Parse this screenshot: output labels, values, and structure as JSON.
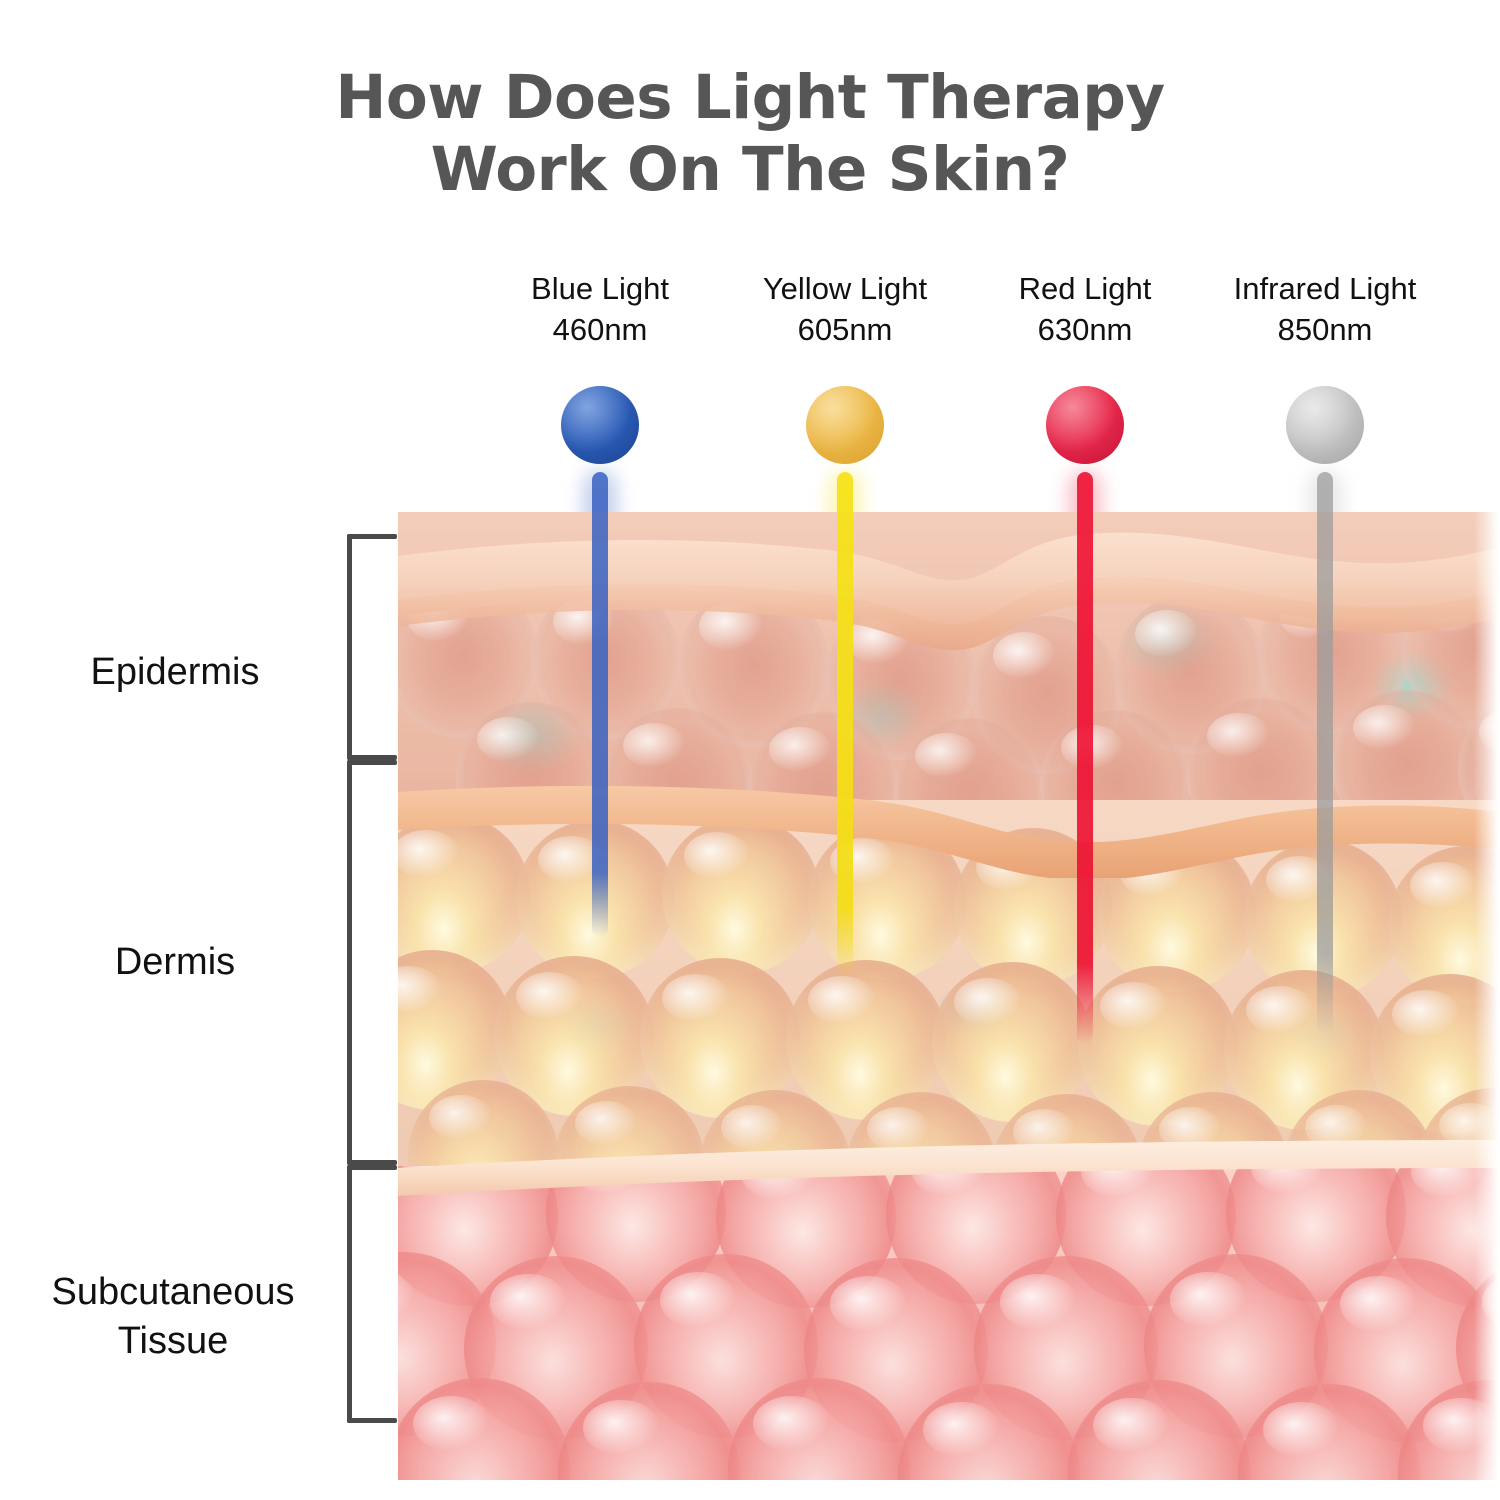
{
  "title": {
    "line1": "How Does Light Therapy",
    "line2": "Work On The Skin?",
    "color": "#565656"
  },
  "light_sources": [
    {
      "name": "Blue Light",
      "wavelength": "460nm",
      "color": "#2b5cb8",
      "beam_color": "#3a63c2",
      "reaches_layer": "Dermis"
    },
    {
      "name": "Yellow Light",
      "wavelength": "605nm",
      "color": "#edb949",
      "beam_color": "#f4dd12",
      "reaches_layer": "Dermis"
    },
    {
      "name": "Red Light",
      "wavelength": "630nm",
      "color": "#e82a4c",
      "beam_color": "#ec0f31",
      "reaches_layer": "Dermis"
    },
    {
      "name": "Infrared Light",
      "wavelength": "850nm",
      "color": "#c5c5c5",
      "beam_color": "#9b9b9b",
      "reaches_layer": "Dermis"
    }
  ],
  "skin_layers": [
    {
      "label_line1": "Epidermis",
      "label_line2": ""
    },
    {
      "label_line1": "Dermis",
      "label_line2": ""
    },
    {
      "label_line1": "Subcutaneous",
      "label_line2": "Tissue"
    }
  ],
  "style": {
    "background": "#ffffff",
    "label_color": "#111111",
    "brace_color": "#4a4a4a"
  }
}
